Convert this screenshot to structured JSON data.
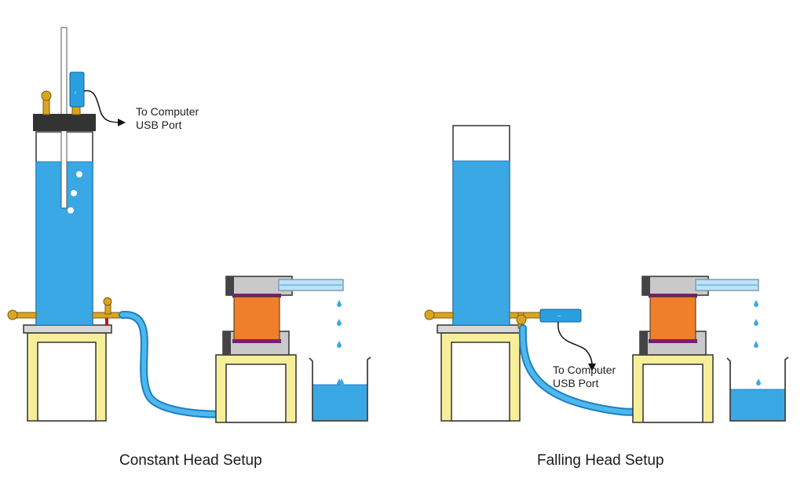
{
  "colors": {
    "water": "#39a8e5",
    "water_edge": "#1f7fc0",
    "stand": "#f7ee9a",
    "stand_edge": "#333333",
    "cap": "#333333",
    "cell_body": "#f07f2a",
    "cell_plate": "#c9c9c9",
    "cell_seal": "#7a1e6e",
    "brass": "#d9a520",
    "sensor": "#2a9fe0",
    "tube": "#4cb8ee"
  },
  "icons": {
    "sensor": "pressure-sensor-icon",
    "valve": "brass-valve-icon",
    "arrow": "curved-arrow-icon",
    "beaker": "beaker-icon",
    "drop": "water-drop-icon"
  },
  "constant_head": {
    "caption": "Constant Head Setup",
    "usb_line1": "To Computer",
    "usb_line2": "USB Port"
  },
  "falling_head": {
    "caption": "Falling Head Setup",
    "usb_line1": "To Computer",
    "usb_line2": "USB Port"
  }
}
